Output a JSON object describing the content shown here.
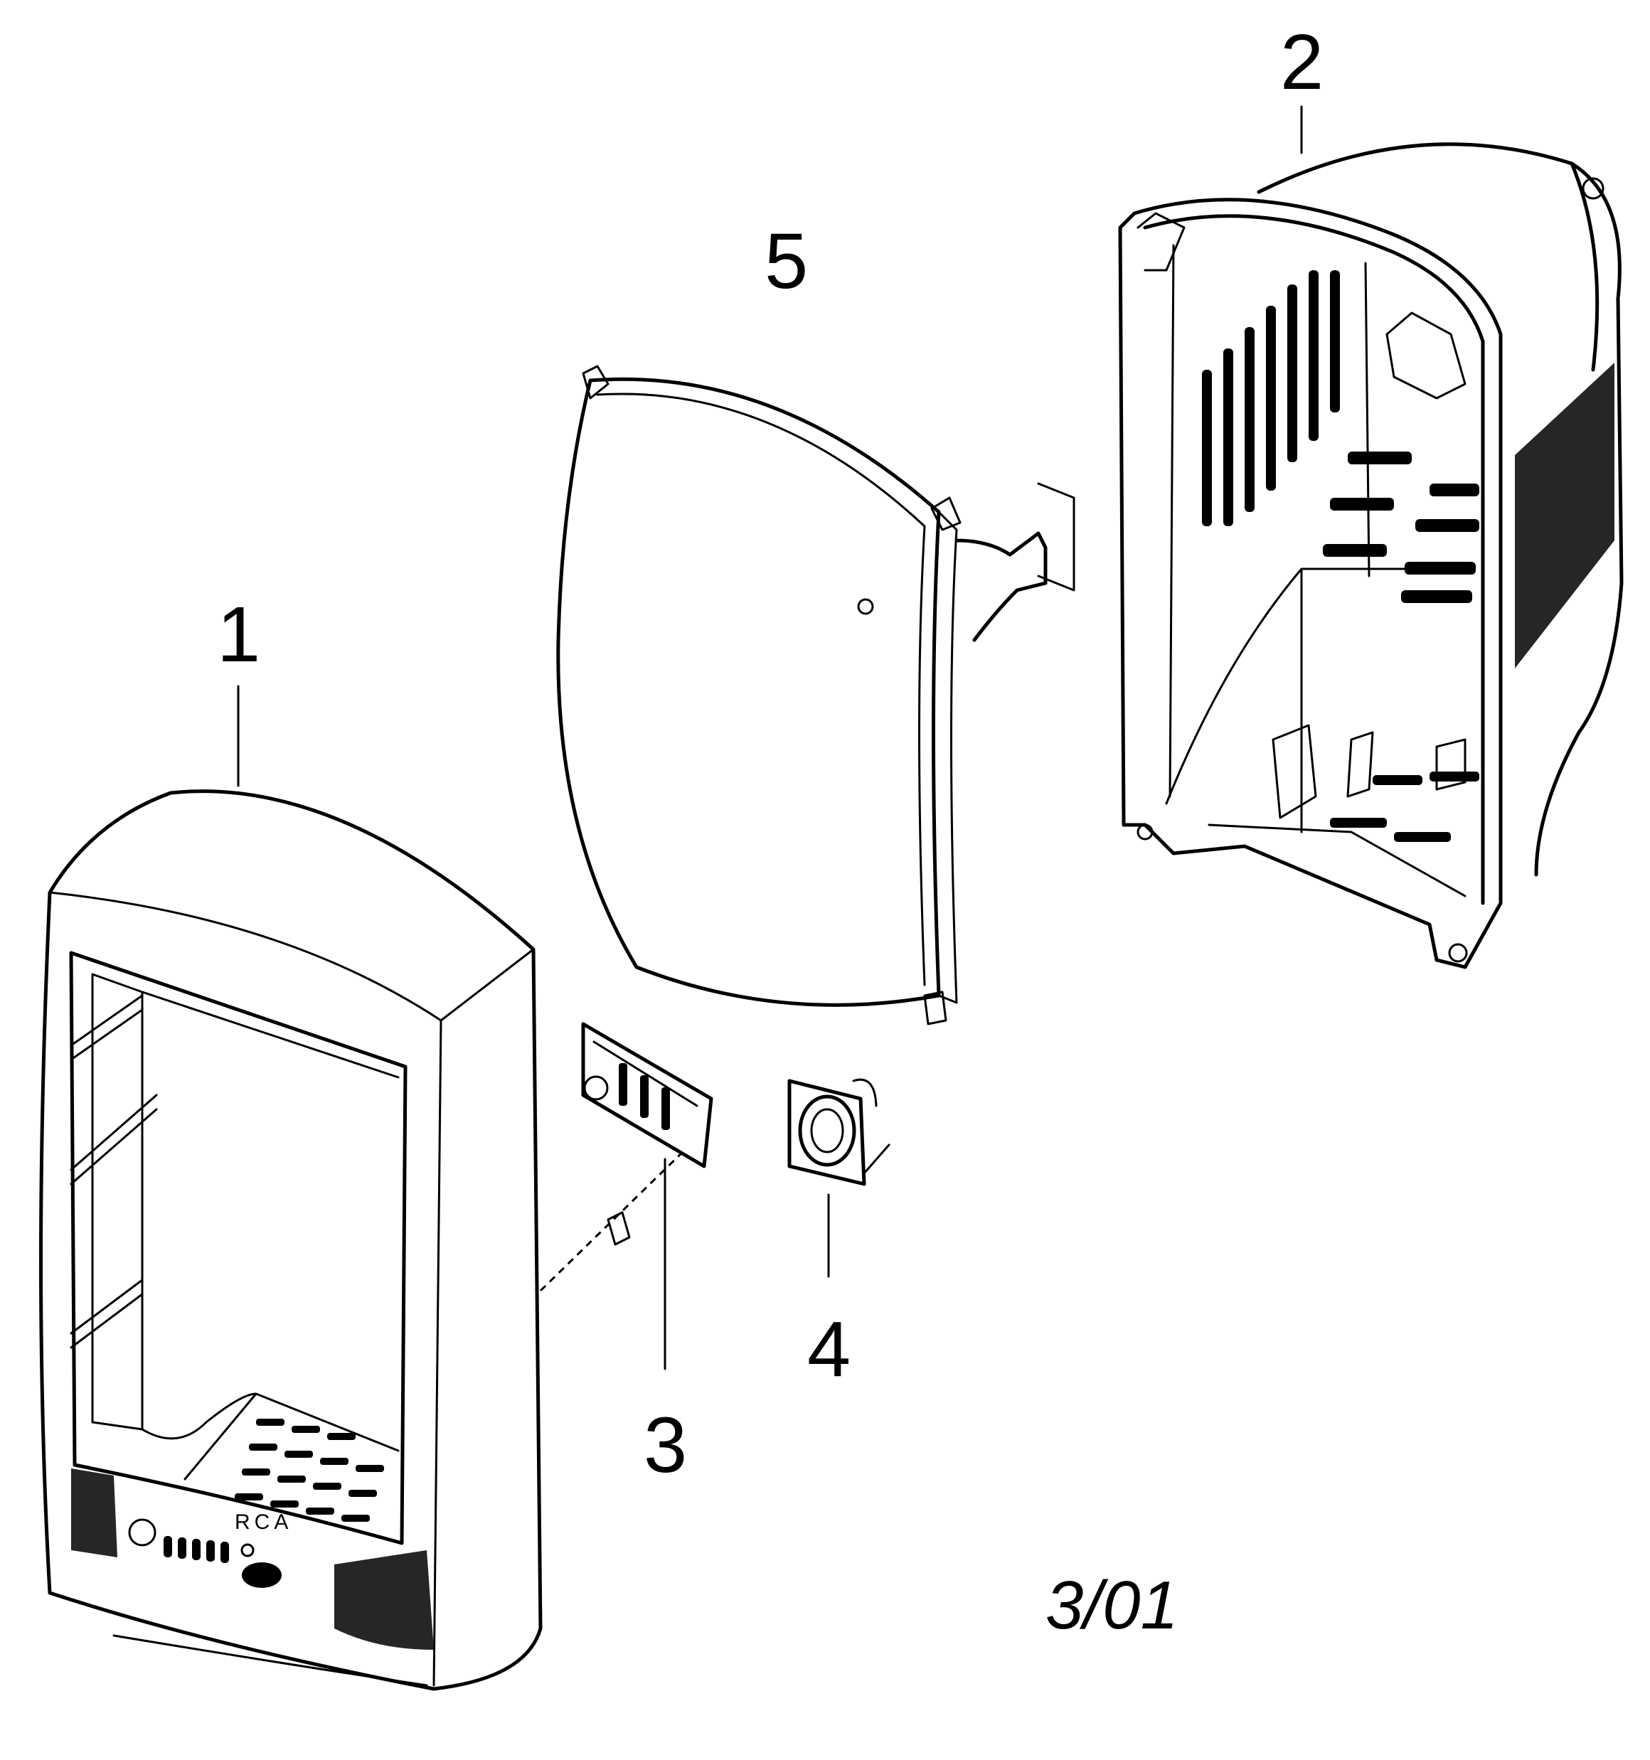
{
  "diagram": {
    "parts": [
      {
        "id": "1",
        "label": "1",
        "name": "front-cabinet"
      },
      {
        "id": "2",
        "label": "2",
        "name": "back-cabinet"
      },
      {
        "id": "3",
        "label": "3",
        "name": "control-board"
      },
      {
        "id": "4",
        "label": "4",
        "name": "speaker"
      },
      {
        "id": "5",
        "label": "5",
        "name": "picture-tube"
      }
    ],
    "brand_text": "RCA",
    "revision_date": "3/01"
  }
}
